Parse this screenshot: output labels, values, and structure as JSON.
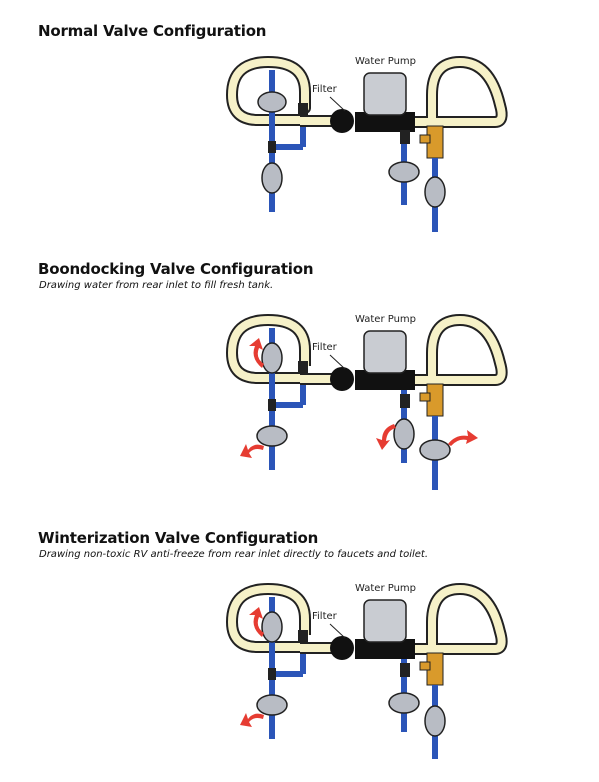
{
  "sections": [
    {
      "title": "Normal Valve Configuration",
      "subtitle": "",
      "labels": {
        "pump": "Water Pump",
        "filter": "Filter"
      }
    },
    {
      "title": "Boondocking Valve Configuration",
      "subtitle": "Drawing water from rear inlet to fill fresh tank.",
      "labels": {
        "pump": "Water Pump",
        "filter": "Filter"
      }
    },
    {
      "title": "Winterization Valve Configuration",
      "subtitle": "Drawing non-toxic RV anti-freeze from rear inlet directly to faucets and toilet.",
      "labels": {
        "pump": "Water Pump",
        "filter": "Filter"
      }
    }
  ],
  "colors": {
    "hose_fill": "#f6f1c8",
    "hose_outline": "#222222",
    "pipe": "#2b55b8",
    "valve_fill": "#b8bcc4",
    "fitting_brass": "#d99a2b",
    "arrow": "#e63c32",
    "pump_body": "#c9ccd2"
  },
  "icons": [
    "valve-icon",
    "filter-icon",
    "pump-icon",
    "flow-arrow-icon"
  ]
}
